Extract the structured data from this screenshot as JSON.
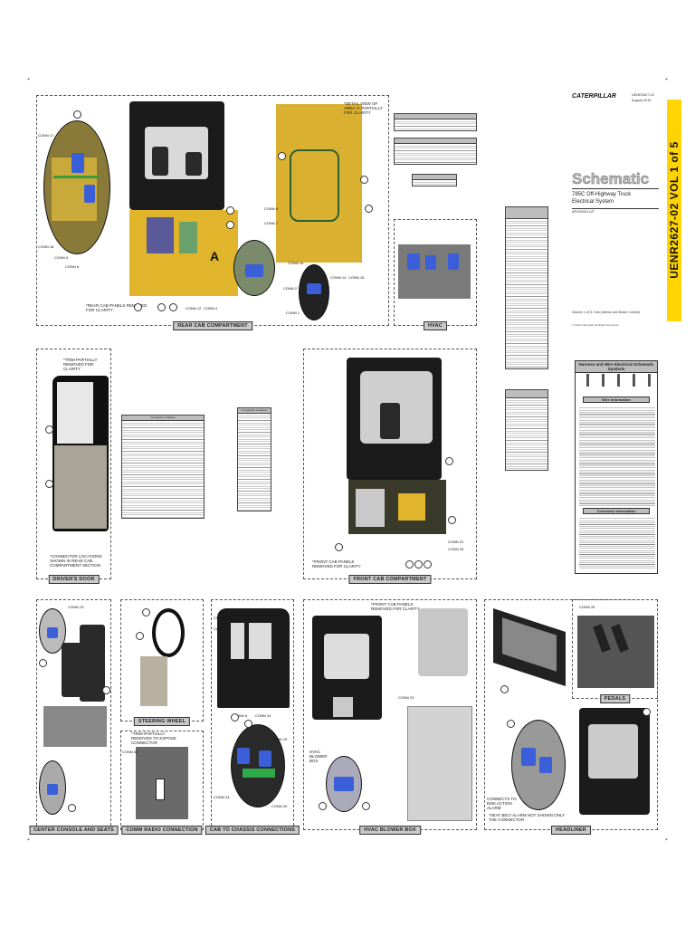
{
  "header": {
    "brand": "CATERPILLAR",
    "doc_number": "UENR2627-02",
    "doc_date": "August 2016",
    "title": "Schematic",
    "subtitle_line1": "785C Off-Highway Truck",
    "subtitle_line2": "Electrical System",
    "serial": "APX00001-UP",
    "volume_note": "Volume 1 of 5: Cab (Interior and Brake Control)",
    "copyright": "© 2016 Caterpillar All Rights Reserved",
    "sidebar_text": "UENR2627-02 VOL 1 of 5"
  },
  "panels": {
    "rear_cab": "REAR CAB COMPARTMENT",
    "hvac_small": "HVAC",
    "drivers_door": "DRIVER'S DOOR",
    "front_cab": "FRONT CAB COMPARTMENT",
    "center_console": "CENTER CONSOLE AND SEATS",
    "steering_wheel": "STEERING WHEEL",
    "comm_radio": "COMM RADIO CONNECTION",
    "cab_chassis": "CAB TO CHASSIS CONNECTIONS",
    "hvac_blower": "HVAC BLOWER BOX",
    "pedals": "PEDALS",
    "headliner": "HEADLINER"
  },
  "notes": {
    "rear_panels_removed": "*REAR CAB PANELS REMOVED FOR CLARITY",
    "detail_view": "*DETAIL VIEW OF AREA 'A' PARTIALLY FOR CLARITY",
    "trim_door": "*TRIM PARTIALLY REMOVED FOR CLARITY",
    "connector_locations": "*CONNECTOR LOCATIONS SHOWN IN REAR CAB COMPARTMENT SECTION",
    "front_panels_removed": "*FRONT CAB PANELS REMOVED FOR CLARITY",
    "trim_radio": "*TRIM PARTIALLY REMOVED TO EXPOSE CONNECTOR",
    "front_panels_hvac": "*FRONT CAB PANELS REMOVED FOR CLARITY",
    "hvac_blower_box": "HVAC BLOWER BOX",
    "connects_to_ems": "CONNECTS TO EMS ACTION ALARM",
    "seat_belt_alarm": "*SEAT BELT ALARM NOT SHOWN ONLY THE CONNECTOR",
    "detail_a": "A"
  },
  "connectors": {
    "rear": [
      "CONN 17",
      "CONN 18",
      "CONN 5",
      "CONN 6",
      "CONN 12",
      "CONN 4",
      "CONN 8",
      "CONN 7",
      "CONN 16",
      "CONN 14",
      "CONN 15",
      "CONN 2",
      "CONN 1"
    ],
    "front": [
      "CONN 31",
      "CONN 30"
    ],
    "console": [
      "CONN 13"
    ],
    "radio": [
      "CONN 32"
    ],
    "chassis": [
      "CONN 9",
      "CONN 11",
      "CONN 8",
      "CONN 10",
      "CONN 19",
      "CONN 24",
      "CONN 20"
    ],
    "hvac": [
      "CONN 23"
    ],
    "pedals": [
      "CONN 26"
    ]
  },
  "legend": {
    "title": "Harness and Wire Electrical Schematic Symbols",
    "section2": "Wire Information",
    "section3": "Connector Information"
  },
  "tables": {
    "table_a_title": "Connector Locations",
    "table_b_title": "Component Locations"
  }
}
